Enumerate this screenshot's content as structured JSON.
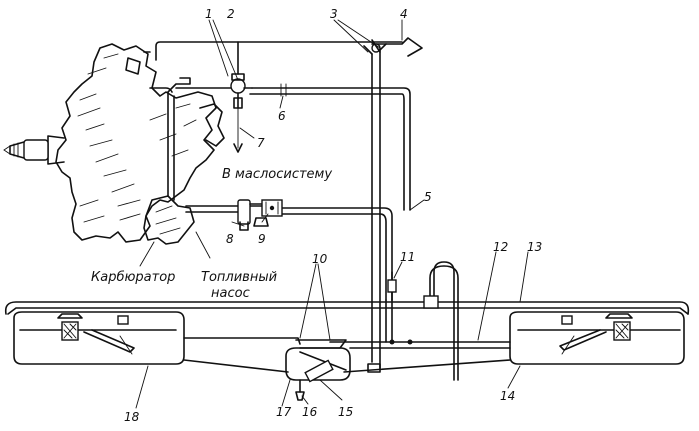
{
  "labels": {
    "oil_system": "В маслосистему",
    "carburetor": "Карбюратор",
    "fuel_pump_line1": "Топливный",
    "fuel_pump_line2": "насос"
  },
  "callouts": [
    "1",
    "2",
    "3",
    "4",
    "5",
    "6",
    "7",
    "8",
    "9",
    "10",
    "11",
    "12",
    "13",
    "14",
    "15",
    "16",
    "17",
    "18"
  ]
}
